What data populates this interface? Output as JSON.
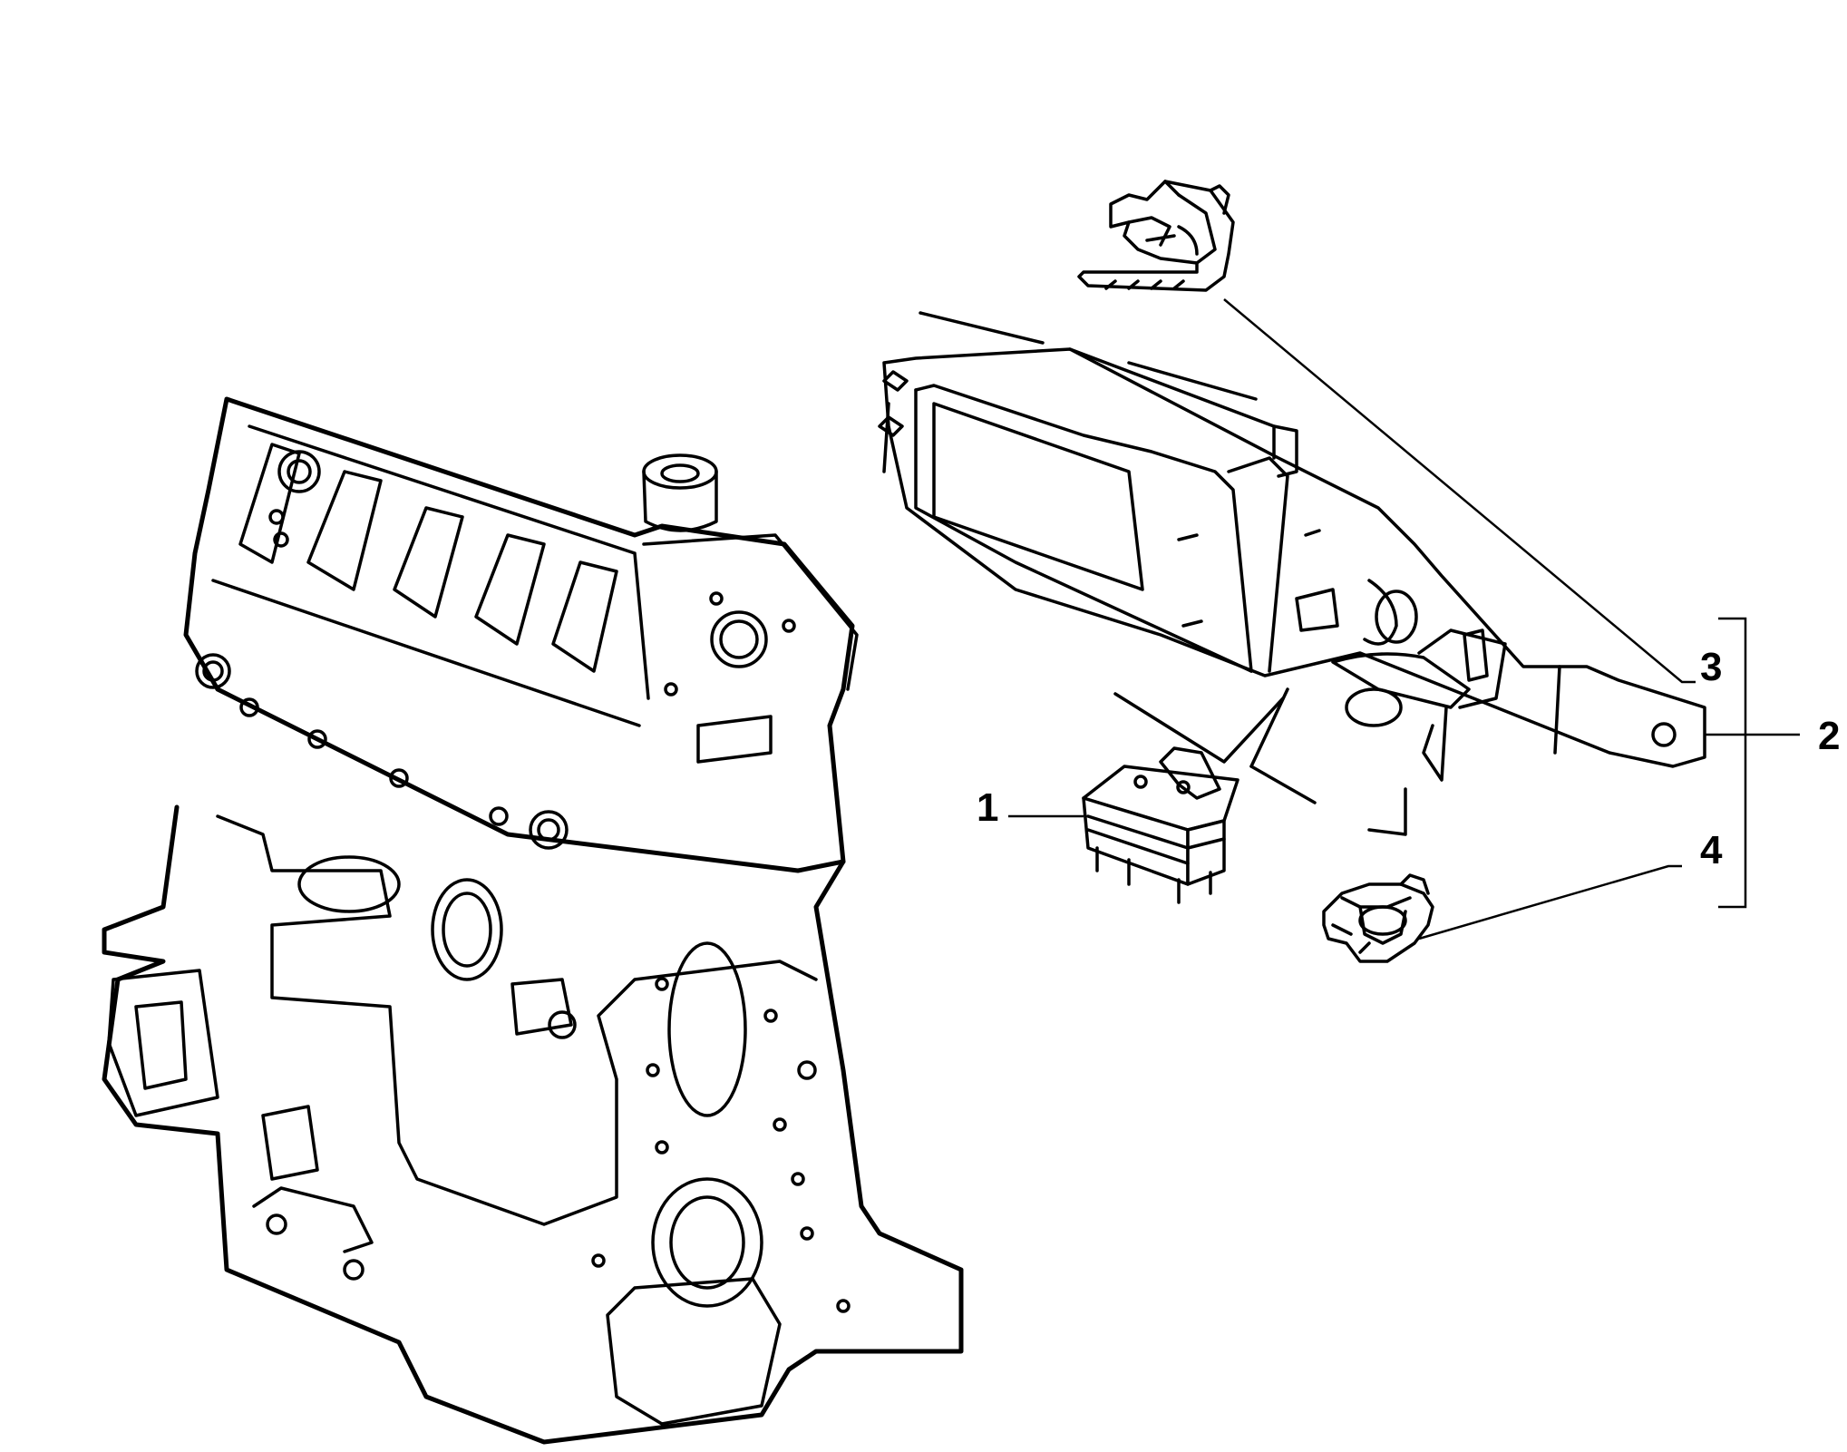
{
  "callouts": [
    {
      "id": "1",
      "label": "1"
    },
    {
      "id": "2",
      "label": "2"
    },
    {
      "id": "3",
      "label": "3"
    },
    {
      "id": "4",
      "label": "4"
    }
  ],
  "parts": {
    "engine_block": "engine-block",
    "relay_box": "relay-box",
    "bracket": "mounting-bracket",
    "upper_clip": "upper-cable-clip",
    "lower_clip": "lower-cable-clip"
  },
  "colors": {
    "line": "#000000",
    "background": "#ffffff"
  }
}
